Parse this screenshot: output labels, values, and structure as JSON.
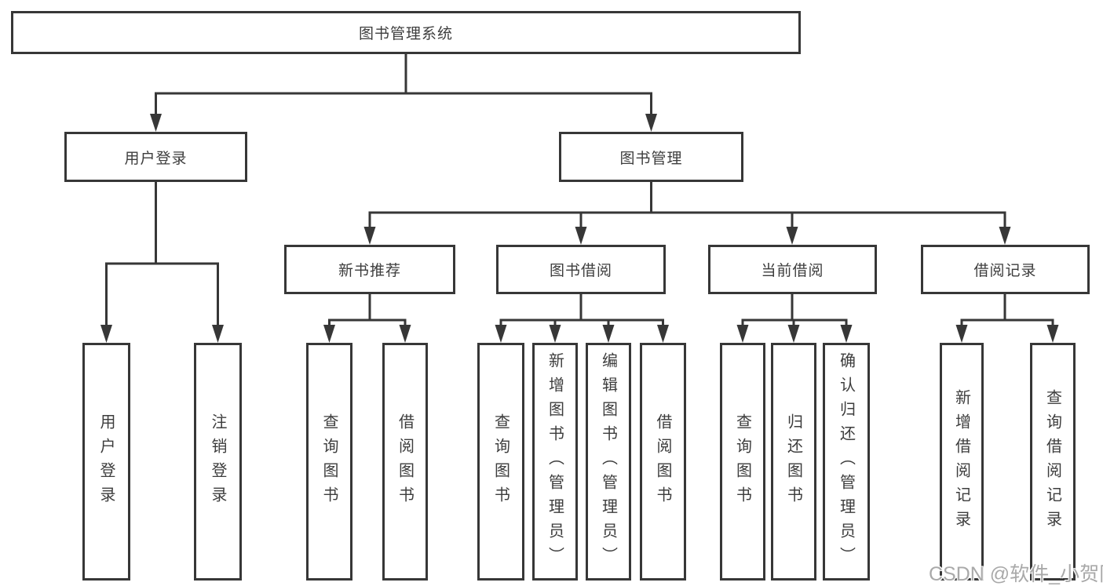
{
  "colors": {
    "line": "#373737",
    "box_border": "#373737",
    "text": "#3d3d3d",
    "watermark": "#a9a9a9",
    "background": "#ffffff"
  },
  "tree": {
    "label": "图书管理系统",
    "children": [
      {
        "label": "用户登录",
        "children": [
          {
            "label": "用户登录"
          },
          {
            "label": "注销登录"
          }
        ]
      },
      {
        "label": "图书管理",
        "children": [
          {
            "label": "新书推荐",
            "children": [
              {
                "label": "查询图书"
              },
              {
                "label": "借阅图书"
              }
            ]
          },
          {
            "label": "图书借阅",
            "children": [
              {
                "label": "查询图书"
              },
              {
                "label": "新增图书（管理员）"
              },
              {
                "label": "编辑图书（管理员）"
              },
              {
                "label": "借阅图书"
              }
            ]
          },
          {
            "label": "当前借阅",
            "children": [
              {
                "label": "查询图书"
              },
              {
                "label": "归还图书"
              },
              {
                "label": "确认归还（管理员）"
              }
            ]
          },
          {
            "label": "借阅记录",
            "children": [
              {
                "label": "新增借阅记录"
              },
              {
                "label": "查询借阅记录"
              }
            ]
          }
        ]
      }
    ]
  },
  "watermark": {
    "text": "CSDN @软件_小贺同学"
  }
}
